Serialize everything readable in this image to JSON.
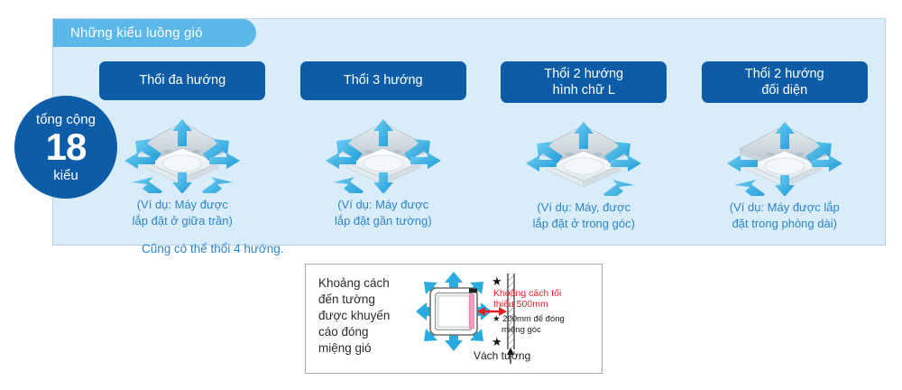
{
  "panel": {
    "header_title": "Những kiểu luồng  gió",
    "header_color": "#5cb8e8",
    "background_color": "#d8ecfa",
    "accent_color": "#0d5ca8",
    "caption_color": "#2f84c9"
  },
  "badge": {
    "top_label": "tổng cộng",
    "number": "18",
    "bottom_label": "kiểu"
  },
  "airflow_modes": [
    {
      "title_line1": "Thổi đa hướng",
      "title_line2": "",
      "caption_line1": "(Ví dụ: Máy được",
      "caption_line2": "lắp đặt ở giữa trần)",
      "icon": "ceiling-cassette-multi-direction-icon",
      "arrows": [
        "n",
        "ne",
        "e",
        "se",
        "s",
        "sw",
        "w",
        "nw"
      ]
    },
    {
      "title_line1": "Thổi 3 hướng",
      "title_line2": "",
      "caption_line1": "(Ví dụ: Máy được",
      "caption_line2": "lắp đặt gần tường)",
      "icon": "ceiling-cassette-3-direction-icon",
      "arrows": [
        "n",
        "ne",
        "e",
        "s",
        "sw",
        "w",
        "nw"
      ]
    },
    {
      "title_line1": "Thổi 2 hướng",
      "title_line2": "hình chữ L",
      "caption_line1": "(Ví dụ: Máy, được",
      "caption_line2": "lắp đặt ở trong góc)",
      "icon": "ceiling-cassette-l-shape-icon",
      "arrows": [
        "n",
        "ne",
        "e",
        "se",
        "w",
        "nw"
      ]
    },
    {
      "title_line1": "Thổi 2 hướng",
      "title_line2": "đối diện",
      "caption_line1": "(Ví dụ: Máy được lắp",
      "caption_line2": "đặt trong phòng dài)",
      "icon": "ceiling-cassette-opposite-icon",
      "arrows": [
        "n",
        "ne",
        "e",
        "s",
        "sw",
        "w"
      ]
    }
  ],
  "extra_note": "Cũng có thể thổi 4 hướng.",
  "diagram": {
    "left_text": [
      "Khoảng cách",
      "đến tường",
      "được khuyến",
      "cáo đóng",
      "miệng gió"
    ],
    "red_note_line1": "Khoảng cách tối",
    "red_note_line2": "thiểu 500mm",
    "star_note_line1": "★ 200mm để đóng",
    "star_note_line2": "miệng góc",
    "wall_label": "Vách tường",
    "star_marker": "★",
    "red_color": "#ed1c24",
    "arrow_color": "#29abe2",
    "closed_outlet_color": "#f49ac1"
  }
}
